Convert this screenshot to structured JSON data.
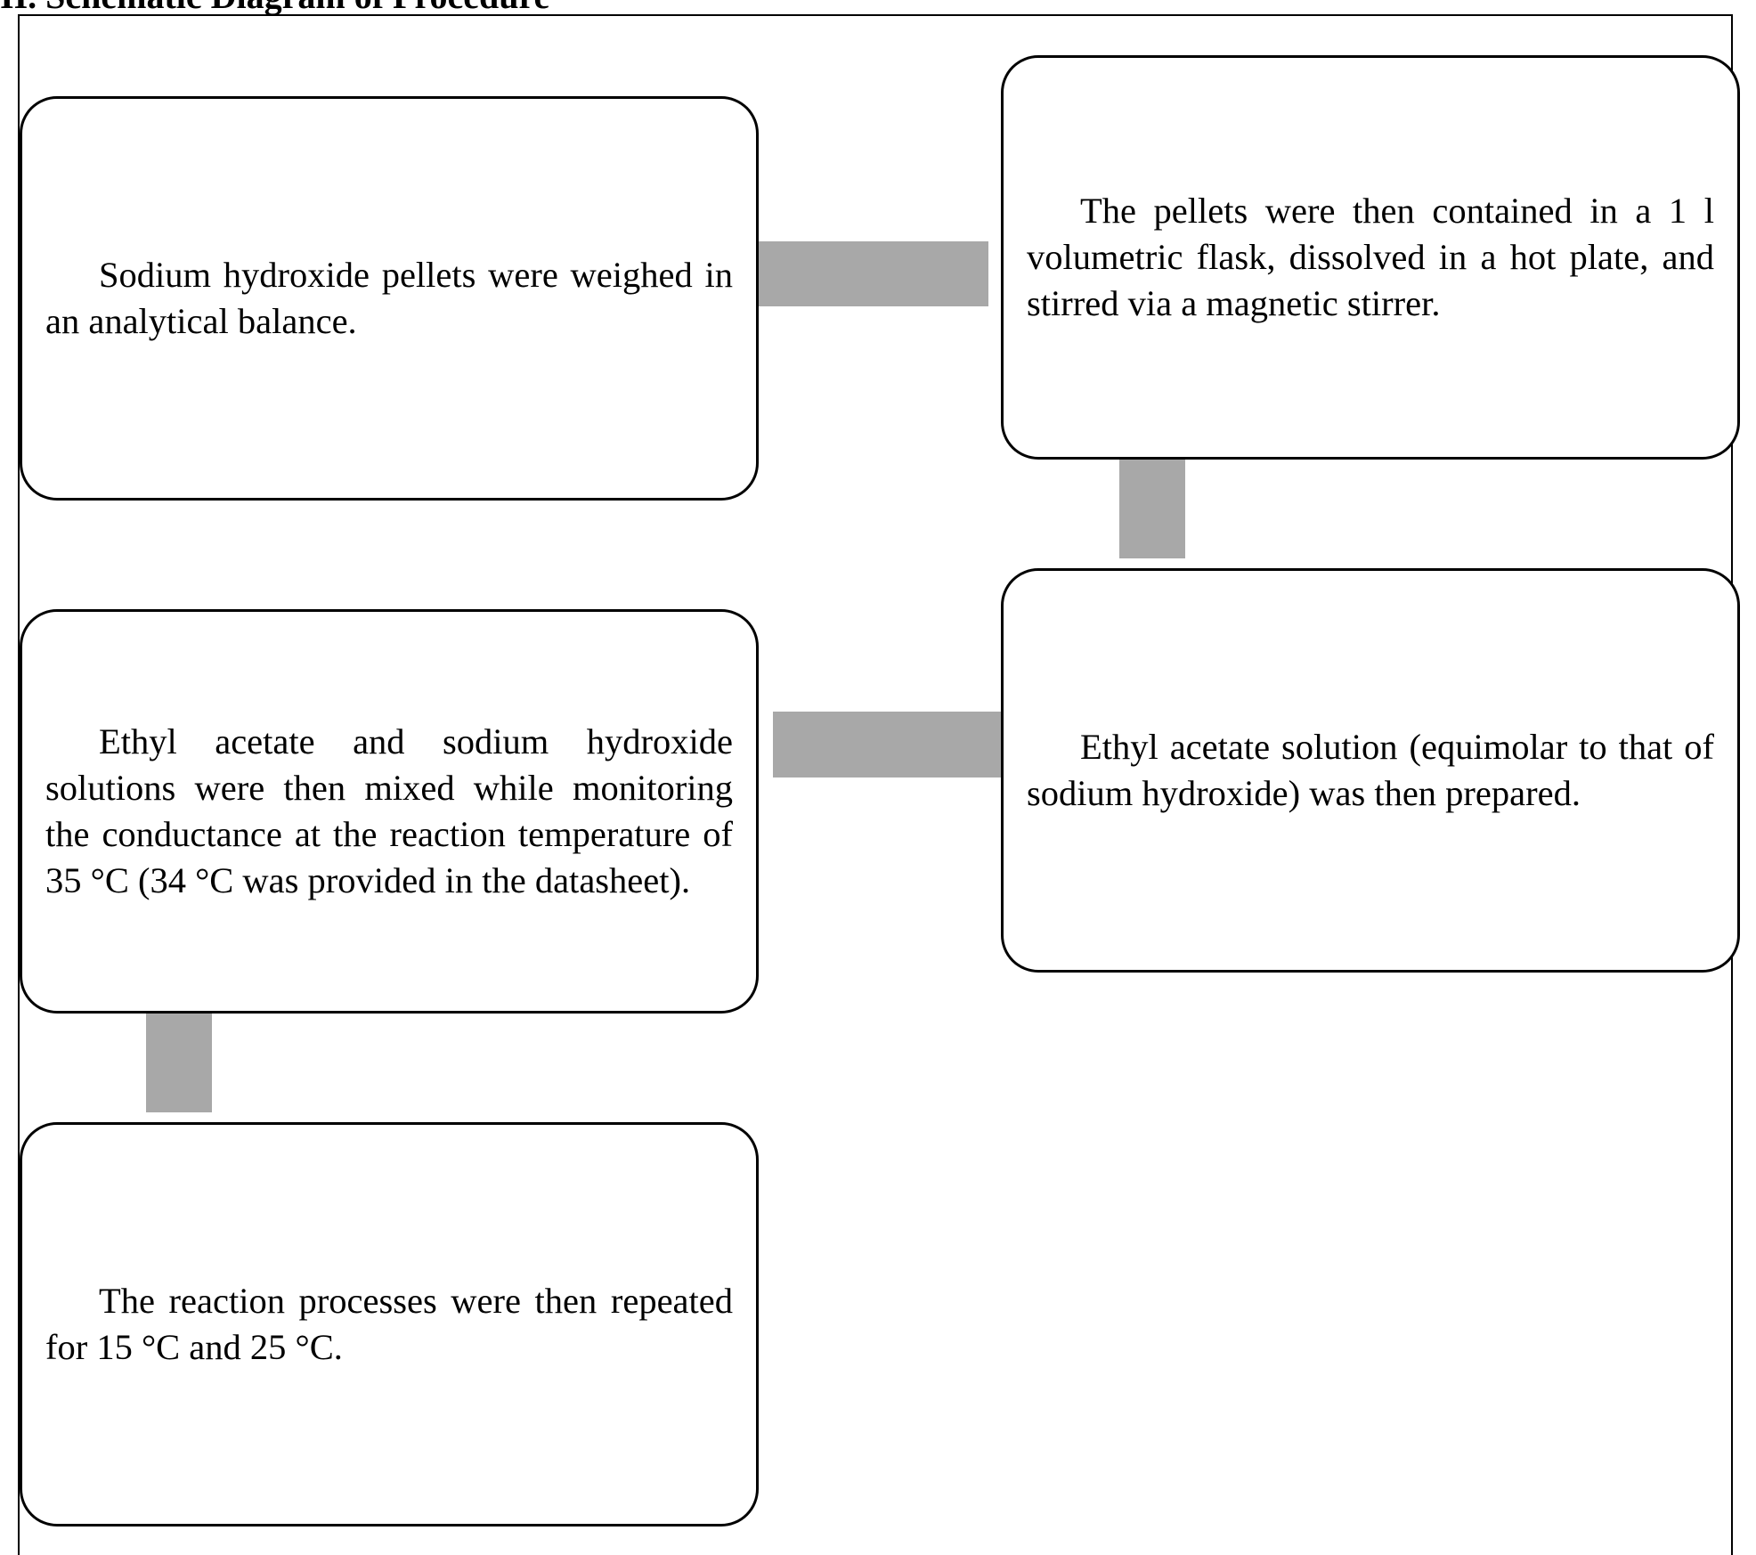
{
  "heading": "II. Schematic Diagram of Procedure",
  "colors": {
    "box_border": "#000000",
    "connector": "#a8a8a8",
    "background": "#ffffff"
  },
  "steps": [
    {
      "text": "Sodium hydroxide pellets were weighed in an analytical balance."
    },
    {
      "text": "The pellets were then contained in a 1 l volumetric flask, dissolved in a hot plate, and stirred via a magnetic stirrer."
    },
    {
      "text": "Ethyl acetate solution (equimolar to that of sodium hydroxide) was then prepared."
    },
    {
      "text": "Ethyl acetate and sodium hydroxide solutions were then mixed while monitoring the conductance at the reaction temperature of 35 °C (34 °C was provided in the datasheet)."
    },
    {
      "text": "The reaction processes were then repeated for 15 °C and 25 °C."
    }
  ]
}
